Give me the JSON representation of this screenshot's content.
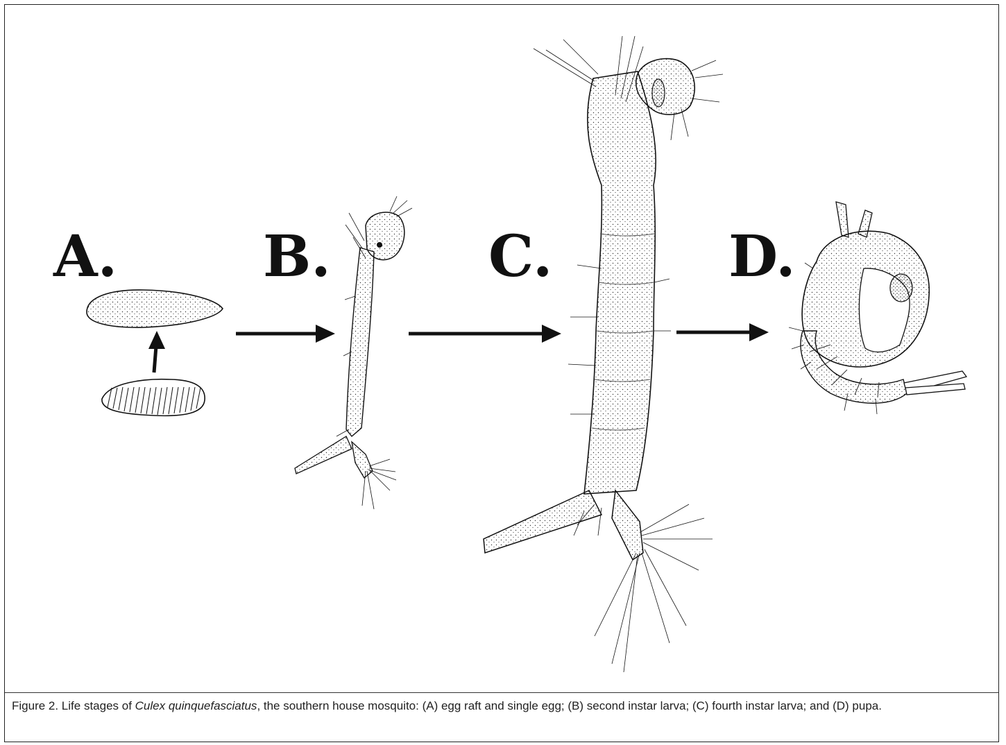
{
  "labels": {
    "a": "A.",
    "b": "B.",
    "c": "C.",
    "d": "D."
  },
  "caption": {
    "prefix": "Figure 2. Life stages of ",
    "species": "Culex quinquefasciatus",
    "suffix": ", the southern house mosquito: (A) egg raft and single egg; (B) second instar larva; (C) fourth instar larva; and (D) pupa."
  },
  "icons": {
    "single_egg": "egg-icon",
    "egg_raft": "egg-raft-icon",
    "larva_second": "second-instar-larva-icon",
    "larva_fourth": "fourth-instar-larva-icon",
    "pupa": "pupa-icon",
    "arrows": "arrow-icon"
  },
  "colors": {
    "ink": "#111111",
    "rule": "#333333",
    "caption_text": "#222222"
  }
}
